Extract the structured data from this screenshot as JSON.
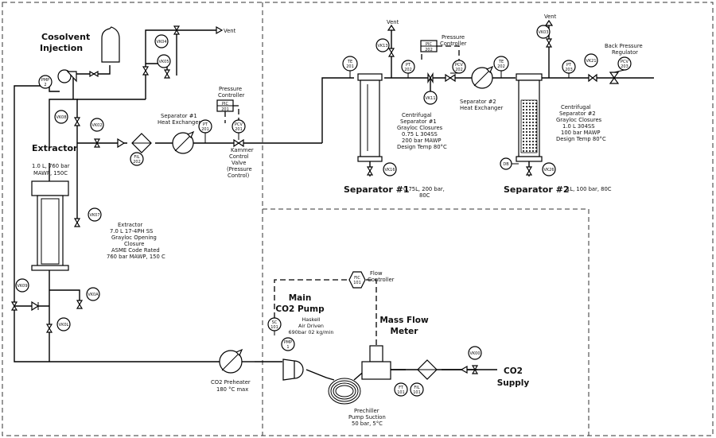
{
  "titles": {
    "cosolvent": [
      "Cosolvent",
      "Injection"
    ],
    "extractor": "Extractor",
    "separator1": "Separator #1",
    "separator2": "Separator #2",
    "main_pump": [
      "Main",
      "CO2 Pump"
    ],
    "mass_flow": [
      "Mass Flow",
      "Meter"
    ],
    "co2_supply": [
      "CO2",
      "Supply"
    ]
  },
  "notes": {
    "vent_top": "Vent",
    "vent_s1": "Vent",
    "vent_s2": "Vent",
    "pressure_controller_1": [
      "Pressure",
      "Controller"
    ],
    "pressure_controller_2": [
      "Pressure",
      "Controller"
    ],
    "back_pressure": [
      "Back Pressure",
      "Regulator"
    ],
    "sep1_hx": [
      "Separator #1",
      "Heat Exchanger"
    ],
    "sep2_hx": [
      "Separator #2",
      "Heat Exchanger"
    ],
    "kammer": [
      "Kammer",
      "Control",
      "Valve",
      "(Pressure",
      "Control)"
    ],
    "extractor_spec": [
      "1.0 L, 760 bar",
      "MAWP, 150C"
    ],
    "extractor_desc": [
      "Extractor",
      "7.0 L 17-4PH SS",
      "Grayloc Opening",
      "Closure",
      "ASME Code Rated",
      "760 bar MAWP, 150 C"
    ],
    "sep1_desc": [
      "Centrifugal",
      "Separator #1",
      "Grayloc Closures",
      "0.75 L 304SS",
      "200 bar MAWP",
      "Design Temp 80°C"
    ],
    "sep2_desc": [
      "Centrifugal",
      "Separator #2",
      "Grayloc Closures",
      "1.0 L 304SS",
      "100 bar MAWP",
      "Design Temp 80°C"
    ],
    "sep1_spec": [
      "0.75L, 200 bar,",
      "80C"
    ],
    "sep2_spec": "1L, 100 bar, 80C",
    "flow_controller": [
      "Flow",
      "Controller"
    ],
    "pump_desc": [
      "Haskell",
      "Air Driven",
      "690bar 02 kg/min"
    ],
    "preheater": [
      "CO2 Preheater",
      "180 °C max"
    ],
    "prechiller": [
      "Prechiller",
      "Pump Suction",
      "50 bar, 5°C"
    ]
  },
  "tags": {
    "pmp2": [
      "PMP",
      "2"
    ],
    "vk04": "VK04",
    "vk05": "VK05",
    "vk08": "VK08",
    "vk02": "VK02",
    "fil202": [
      "FIL",
      "202"
    ],
    "pic201": "PIC",
    "pic201_sub": "201",
    "pt201": [
      "PT",
      "201"
    ],
    "pcv201": [
      "PCV",
      "201"
    ],
    "vk07": "VK07",
    "vk09": "VK09",
    "vk0a": "VK0A",
    "vk0l": "VK0L",
    "te201": [
      "TE",
      "201"
    ],
    "vk13": "VK13",
    "pic202": "PIC",
    "pic202_sub": "202",
    "pt202": [
      "PT",
      "202"
    ],
    "pcv202": [
      "PCV",
      "202"
    ],
    "vk11": "VK11",
    "vk16": "VK16",
    "te202": [
      "TE",
      "202"
    ],
    "vk03": "VK03",
    "pt203": [
      "PT",
      "203"
    ],
    "vk21": "VK21",
    "pcv203": [
      "PCV",
      "203"
    ],
    "vk26": "VK26",
    "db": "DB",
    "fic": [
      "FIC",
      "101"
    ],
    "sc": [
      "SC",
      "101"
    ],
    "pmp1": [
      "PMP",
      "1"
    ],
    "ft101": [
      "FT",
      "101"
    ],
    "fil101": [
      "FIL",
      "101"
    ],
    "vk00": "VK00"
  }
}
